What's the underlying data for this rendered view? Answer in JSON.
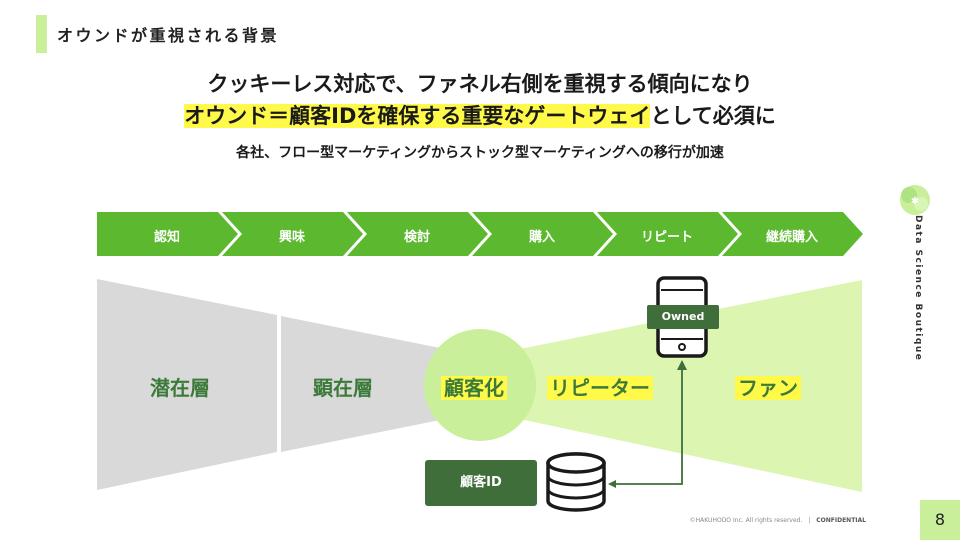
{
  "header": {
    "title": "オウンドが重視される背景"
  },
  "headline": {
    "line1": "クッキーレス対応で、ファネル右側を重視する傾向になり",
    "line2_highlight": "オウンド＝顧客IDを確保する重要なゲートウェイ",
    "line2_rest": "として必須に"
  },
  "subline": "各社、フロー型マーケティングからストック型マーケティングへの移行が加速",
  "stages": [
    "認知",
    "興味",
    "検討",
    "購入",
    "リピート",
    "継続購入"
  ],
  "funnel": {
    "latent": "潜在層",
    "aware": "顕在層",
    "customer": "顧客化",
    "repeater": "リピーター",
    "fan": "ファン"
  },
  "owned_badge": "Owned",
  "customer_id": "顧客ID",
  "brand": "Data Science Boutique",
  "footer": {
    "copyright": "©HAKUHODO Inc. All rights reserved.",
    "sep": "|",
    "confidential": "CONFIDENTIAL"
  },
  "page_number": "8",
  "colors": {
    "arrow_green": "#5cb82e",
    "funnel_gray": "#d9d9d9",
    "funnel_green": "#dcf5b0",
    "circle": "#c9ef9a",
    "dark_green": "#3f6e3a",
    "highlight": "#fff94a"
  },
  "icons": {
    "phone": "smartphone-icon",
    "database": "database-icon"
  }
}
